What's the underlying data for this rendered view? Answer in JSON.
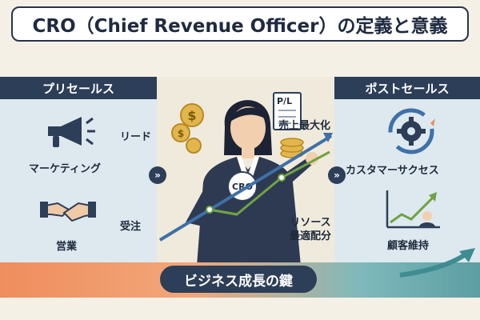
{
  "title": "CRO（Chief Revenue Officer）の定義と意義",
  "left_section": {
    "header": "プリセールス",
    "items": [
      {
        "label": "リード",
        "icon": "megaphone-icon"
      },
      {
        "label": "マーケティング"
      },
      {
        "label": "受注",
        "icon": "handshake-icon"
      },
      {
        "label": "営業"
      }
    ]
  },
  "center": {
    "badge": "CRO",
    "document_label": "P/L",
    "labels": [
      "売上最大化",
      "リソース\n最適配分"
    ]
  },
  "right_section": {
    "header": "ポストセールス",
    "items": [
      {
        "label": "カスタマーサクセス",
        "icon": "gear-cycle-icon"
      },
      {
        "label": "顧客維持",
        "icon": "growth-chart-icon"
      }
    ]
  },
  "bottom_banner": "ビジネス成長の鍵",
  "arrow_symbol": "»",
  "colors": {
    "navy": "#2d3e58",
    "orange": "#ef8d5d",
    "teal": "#5c9ea2",
    "coin": "#e2b64c",
    "green": "#6fa245"
  }
}
